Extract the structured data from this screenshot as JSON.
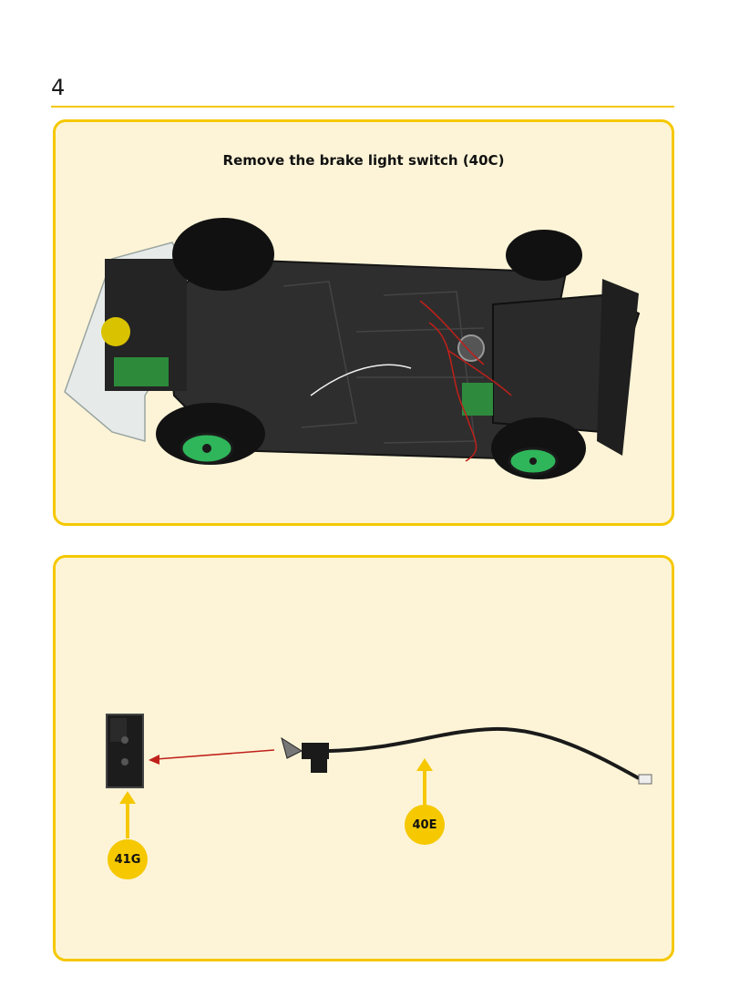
{
  "page": {
    "step_number": "4"
  },
  "steps": [
    {
      "instruction": "Remove the brake light switch (40C)"
    },
    {
      "instruction": ""
    }
  ],
  "parts": {
    "mount_label": "41G",
    "switch_label": "40E"
  },
  "colors": {
    "accent": "#f5c800",
    "panel_background": "#fdf4d7",
    "arrow_red": "#c0201a",
    "wheel_green": "#2fb55a"
  }
}
